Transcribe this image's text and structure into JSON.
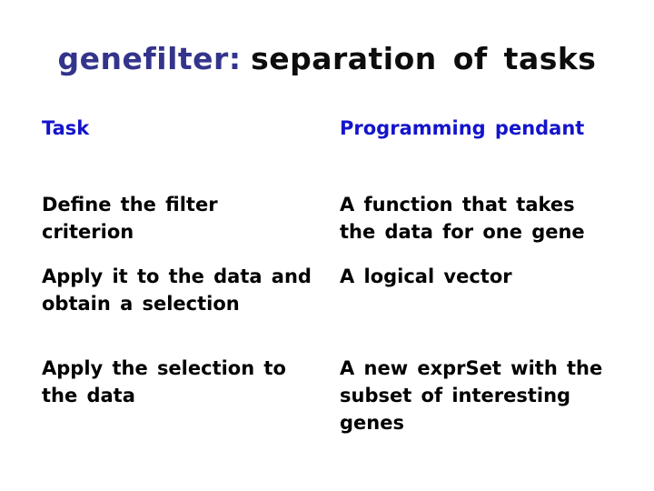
{
  "slide": {
    "title": {
      "keyword": "genefilter:",
      "rest": "separation of tasks"
    },
    "table": {
      "headers": {
        "task": "Task",
        "pendant": "Programming pendant"
      },
      "rows": [
        {
          "task": "Define the filter\ncriterion",
          "pendant": "A function that takes\nthe data for one gene"
        },
        {
          "task": "Apply it to the data and\nobtain a selection",
          "pendant": "A logical vector"
        },
        {
          "task": "Apply the selection to\nthe data",
          "pendant": "A new exprSet with the\nsubset of interesting\ngenes"
        }
      ]
    },
    "colors": {
      "background": "#FFFFFF",
      "title_keyword": "#34348C",
      "title_rest": "#0D0D0D",
      "header_blue": "#1414CC",
      "body_text": "#000000"
    }
  }
}
